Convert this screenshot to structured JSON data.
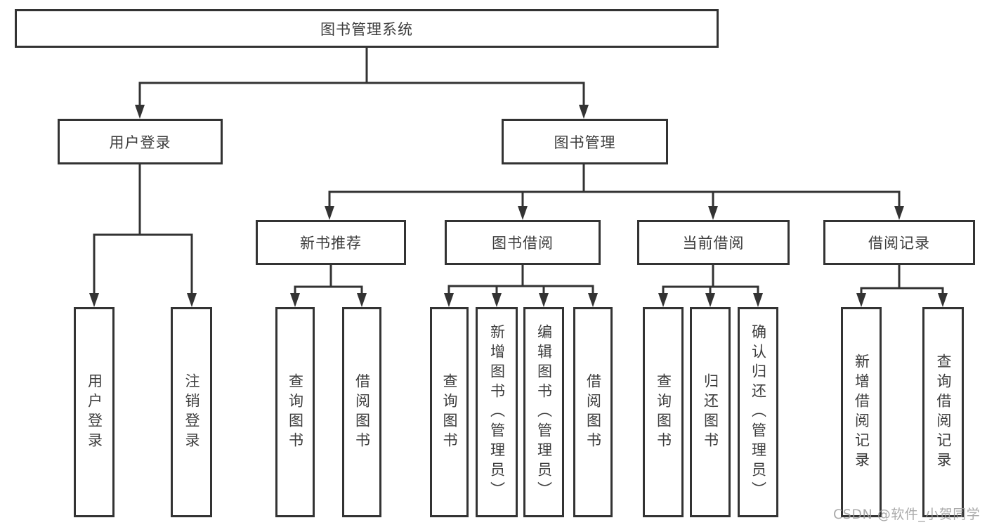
{
  "tree": {
    "label": "图书管理系统",
    "children": [
      {
        "label": "用户登录",
        "children": [
          {
            "label": "用户登录"
          },
          {
            "label": "注销登录"
          }
        ]
      },
      {
        "label": "图书管理",
        "children": [
          {
            "label": "新书推荐",
            "children": [
              {
                "label": "查询图书"
              },
              {
                "label": "借阅图书"
              }
            ]
          },
          {
            "label": "图书借阅",
            "children": [
              {
                "label": "查询图书"
              },
              {
                "label": "新增图书（管理员）"
              },
              {
                "label": "编辑图书（管理员）"
              },
              {
                "label": "借阅图书"
              }
            ]
          },
          {
            "label": "当前借阅",
            "children": [
              {
                "label": "查询图书"
              },
              {
                "label": "归还图书"
              },
              {
                "label": "确认归还（管理员）"
              }
            ]
          },
          {
            "label": "借阅记录",
            "children": [
              {
                "label": "新增借阅记录"
              },
              {
                "label": "查询借阅记录"
              }
            ]
          }
        ]
      }
    ]
  },
  "watermark": {
    "text": "CSDN @软件_小贺同学"
  },
  "colors": {
    "line": "#333333",
    "box_border": "#333333",
    "text": "#3d3d3d",
    "watermark_text": "#9b9b9b",
    "background": "#ffffff"
  }
}
